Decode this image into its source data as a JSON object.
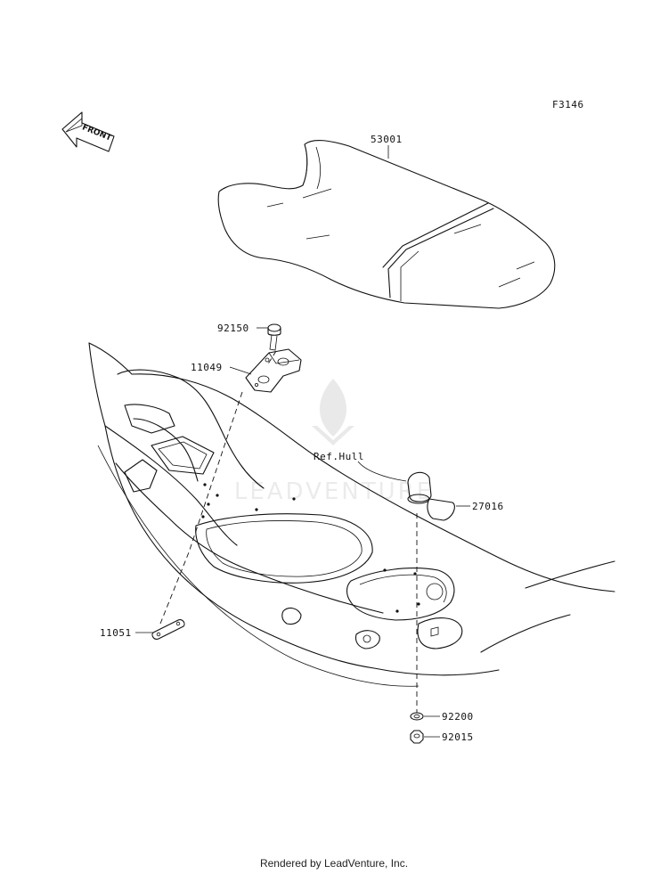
{
  "figure_code": "F3146",
  "front_label": "FRONT",
  "reference_label": "Ref.Hull",
  "parts": [
    {
      "id": "p53001",
      "number": "53001"
    },
    {
      "id": "p92150",
      "number": "92150"
    },
    {
      "id": "p11049",
      "number": "11049"
    },
    {
      "id": "p27016",
      "number": "27016"
    },
    {
      "id": "p11051",
      "number": "11051"
    },
    {
      "id": "p92200",
      "number": "92200"
    },
    {
      "id": "p92015",
      "number": "92015"
    }
  ],
  "watermark_text": "LEADVENTURE",
  "footer": "Rendered by LeadVenture, Inc."
}
